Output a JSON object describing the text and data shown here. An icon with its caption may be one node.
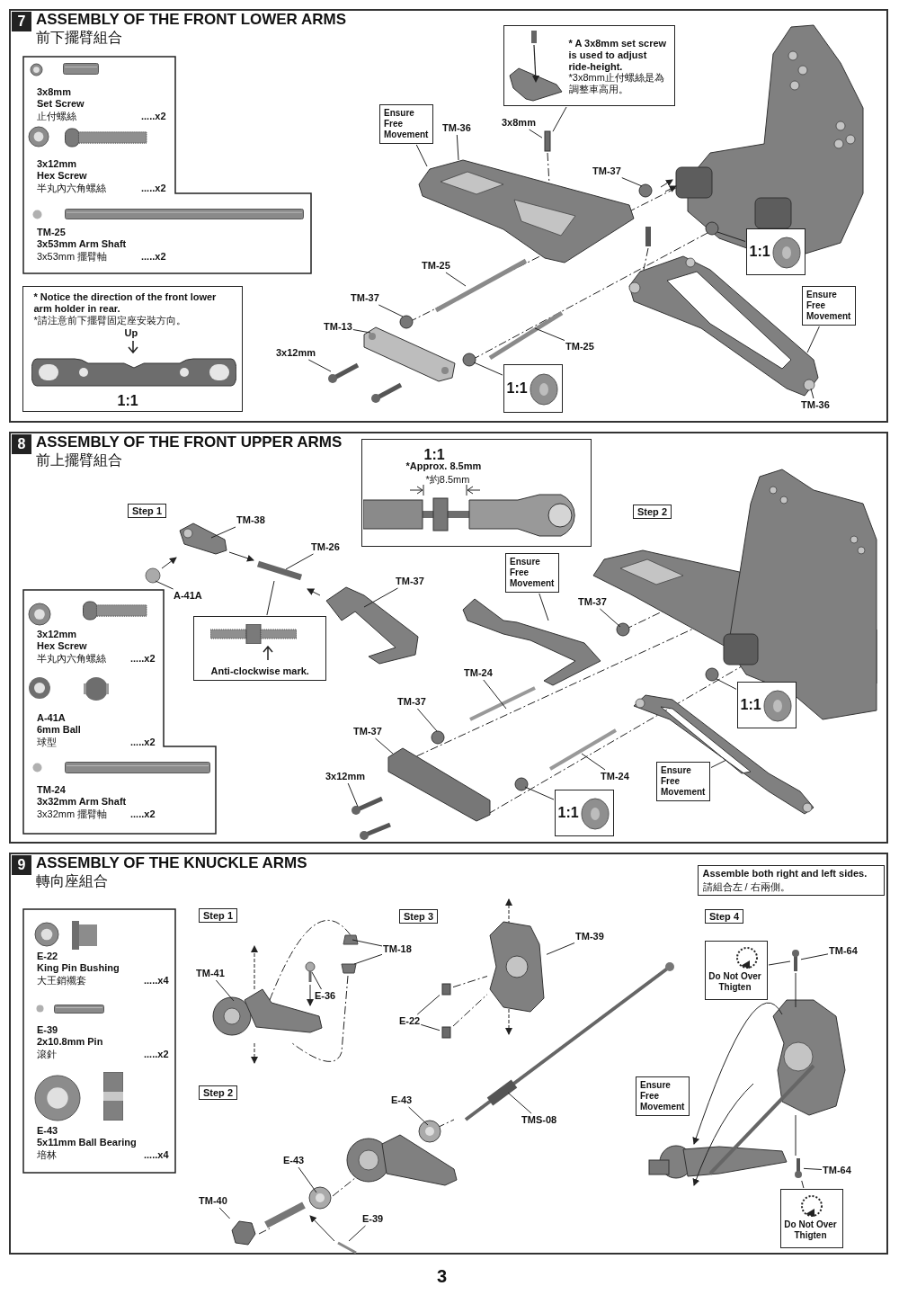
{
  "diagram": {
    "nodes": [
      {
        "text": [
          "7",
          "ASSEMBLY OF THE FRONT LOWER ARMS",
          "前下擺臂組合"
        ]
      },
      {
        "text": [
          "3x8mm",
          "Set Screw",
          "止付螺絲",
          ".....x2",
          "3x12mm",
          "Hex Screw",
          "半丸內六角螺絲",
          ".....x2",
          "TM-25",
          "3x53mm Arm Shaft",
          "3x53mm 擺臂軸",
          ".....x2"
        ],
        "in": 0
      },
      {
        "text": [
          "* Notice the direction of the front lower arm holder in rear.",
          "*請注意前下擺臂固定座安裝方向。",
          "Up",
          "1:1"
        ],
        "in": 0
      },
      {
        "text": [
          "* A 3x8mm set screw is used to adjust ride-height.",
          "*3x8mm止付螺絲是為調整車高用。"
        ],
        "in": 0
      },
      {
        "text": [
          "Ensure Free Movement"
        ],
        "in": 0
      },
      {
        "text": [
          "TM-36"
        ],
        "in": 0
      },
      {
        "text": [
          "3x8mm"
        ],
        "in": 0
      },
      {
        "text": [
          "TM-37"
        ],
        "in": 0
      },
      {
        "text": [
          "1:1"
        ],
        "in": 0
      },
      {
        "text": [
          "TM-25"
        ],
        "in": 0
      },
      {
        "text": [
          "TM-37"
        ],
        "in": 0
      },
      {
        "text": [
          "TM-13"
        ],
        "in": 0
      },
      {
        "text": [
          "3x12mm"
        ],
        "in": 0
      },
      {
        "text": [
          "TM-25"
        ],
        "in": 0
      },
      {
        "text": [
          "1:1"
        ],
        "in": 0
      },
      {
        "text": [
          "Ensure Free Movement"
        ],
        "in": 0
      },
      {
        "text": [
          "TM-36"
        ],
        "in": 0
      },
      {
        "text": [
          "8",
          "ASSEMBLY OF THE FRONT UPPER ARMS",
          "前上擺臂組合"
        ]
      },
      {
        "text": [
          "1:1",
          "*Approx. 8.5mm",
          "*約8.5mm"
        ],
        "in": 17
      },
      {
        "text": [
          "Step 1"
        ],
        "in": 17
      },
      {
        "text": [
          "TM-38"
        ],
        "in": 17
      },
      {
        "text": [
          "TM-26"
        ],
        "in": 17
      },
      {
        "text": [
          "A-41A"
        ],
        "in": 17
      },
      {
        "text": [
          "TM-37"
        ],
        "in": 17
      },
      {
        "text": [
          "Anti-clockwise mark."
        ],
        "in": 17
      },
      {
        "text": [
          "3x12mm",
          "Hex Screw",
          "半丸內六角螺絲",
          ".....x2",
          "A-41A",
          "6mm Ball",
          "球型",
          ".....x2",
          "TM-24",
          "3x32mm Arm Shaft",
          "3x32mm 擺臂軸",
          ".....x2"
        ],
        "in": 17
      },
      {
        "text": [
          "Step 2"
        ],
        "in": 17
      },
      {
        "text": [
          "Ensure Free Movement"
        ],
        "in": 17
      },
      {
        "text": [
          "TM-37"
        ],
        "in": 17
      },
      {
        "text": [
          "TM-24"
        ],
        "in": 17
      },
      {
        "text": [
          "1:1"
        ],
        "in": 17
      },
      {
        "text": [
          "TM-37"
        ],
        "in": 17
      },
      {
        "text": [
          "TM-37"
        ],
        "in": 17
      },
      {
        "text": [
          "3x12mm"
        ],
        "in": 17
      },
      {
        "text": [
          "TM-24"
        ],
        "in": 17
      },
      {
        "text": [
          "1:1"
        ],
        "in": 17
      },
      {
        "text": [
          "Ensure Free Movement"
        ],
        "in": 17
      },
      {
        "text": [
          "9",
          "ASSEMBLY OF THE KNUCKLE ARMS",
          "轉向座組合"
        ]
      },
      {
        "text": [
          "E-22",
          "King Pin Bushing",
          "大王銷襯套",
          ".....x4",
          "E-39",
          "2x10.8mm Pin",
          "滾針",
          ".....x2",
          "E-43",
          "5x11mm Ball Bearing",
          "培林",
          ".....x4"
        ],
        "in": 37
      },
      {
        "text": [
          "Step 1"
        ],
        "in": 37
      },
      {
        "text": [
          "TM-41"
        ],
        "in": 37
      },
      {
        "text": [
          "TM-18"
        ],
        "in": 37
      },
      {
        "text": [
          "E-36"
        ],
        "in": 37
      },
      {
        "text": [
          "Step 3"
        ],
        "in": 37
      },
      {
        "text": [
          "E-22"
        ],
        "in": 37
      },
      {
        "text": [
          "TM-39"
        ],
        "in": 37
      },
      {
        "text": [
          "Step 2"
        ],
        "in": 37
      },
      {
        "text": [
          "E-43"
        ],
        "in": 37
      },
      {
        "text": [
          "E-43"
        ],
        "in": 37
      },
      {
        "text": [
          "TM-40"
        ],
        "in": 37
      },
      {
        "text": [
          "E-39"
        ],
        "in": 37
      },
      {
        "text": [
          "TMS-08"
        ],
        "in": 37
      },
      {
        "text": [
          "Assemble both right and left sides.",
          "請組合左 / 右兩側。"
        ],
        "in": 37
      },
      {
        "text": [
          "Step 4"
        ],
        "in": 37
      },
      {
        "text": [
          "TM-64"
        ],
        "in": 37
      },
      {
        "text": [
          "Do Not Over Thigten"
        ],
        "in": 37
      },
      {
        "text": [
          "Ensure Free Movement"
        ],
        "in": 37
      },
      {
        "text": [
          "TM-64"
        ],
        "in": 37
      },
      {
        "text": [
          "Do Not Over Thigten"
        ],
        "in": 37
      },
      {
        "text": [],
        "shape": "box",
        "in": 0
      },
      {
        "text": [],
        "shape": "box",
        "in": 37
      },
      {
        "text": [],
        "shape": "box",
        "in": 37
      },
      {
        "text": [],
        "shape": "picture",
        "in": 37
      },
      {
        "text": [],
        "shape": "picture",
        "in": 37
      },
      {
        "text": [],
        "shape": "picture",
        "in": 37
      },
      {
        "text": [],
        "shape": "picture",
        "in": 37
      }
    ],
    "edges": [
      {
        "from": 3,
        "to": 59,
        "arrow": "none"
      },
      {
        "from": 4,
        "to": null,
        "arrow": "none"
      },
      {
        "from": 5,
        "to": null,
        "arrow": "none"
      },
      {
        "from": 6,
        "to": 59,
        "arrow": "none"
      },
      {
        "from": 7,
        "to": null,
        "arrow": "none"
      },
      {
        "from": 8,
        "to": null,
        "arrow": "none"
      },
      {
        "from": 9,
        "to": null,
        "arrow": "none"
      },
      {
        "from": 10,
        "to": null,
        "arrow": "none"
      },
      {
        "from": 11,
        "to": null,
        "arrow": "none"
      },
      {
        "from": 12,
        "to": null,
        "arrow": "none"
      },
      {
        "from": 13,
        "to": null,
        "arrow": "none"
      },
      {
        "from": 14,
        "to": null,
        "arrow": "none"
      },
      {
        "from": 15,
        "to": null,
        "arrow": "none"
      },
      {
        "from": 16,
        "to": null,
        "arrow": "none"
      },
      {
        "from": 20,
        "to": null,
        "arrow": "none"
      },
      {
        "from": 21,
        "to": null,
        "arrow": "none"
      },
      {
        "from": 22,
        "to": null,
        "arrow": "none"
      },
      {
        "from": 23,
        "to": null,
        "arrow": "none"
      },
      {
        "from": 24,
        "to": null,
        "arrow": "none"
      },
      {
        "from": 27,
        "to": null,
        "arrow": "none"
      },
      {
        "from": 28,
        "to": null,
        "arrow": "none"
      },
      {
        "from": 29,
        "to": null,
        "arrow": "none"
      },
      {
        "from": 30,
        "to": null,
        "arrow": "none"
      },
      {
        "from": 31,
        "to": null,
        "arrow": "none"
      },
      {
        "from": 32,
        "to": null,
        "arrow": "none"
      },
      {
        "from": 33,
        "to": null,
        "arrow": "none"
      },
      {
        "from": 34,
        "to": null,
        "arrow": "none"
      },
      {
        "from": 35,
        "to": null,
        "arrow": "none"
      },
      {
        "from": 36,
        "to": null,
        "arrow": "none"
      },
      {
        "from": 40,
        "to": null,
        "arrow": "none"
      },
      {
        "from": 41,
        "to": null,
        "arrow": "none"
      },
      {
        "from": 41,
        "to": null,
        "arrow": "none"
      },
      {
        "from": 42,
        "to": null,
        "arrow": "none"
      },
      {
        "from": 44,
        "to": 60,
        "arrow": "none"
      },
      {
        "from": 44,
        "to": 61,
        "arrow": "none"
      },
      {
        "from": 45,
        "to": 62,
        "arrow": "none"
      },
      {
        "from": 47,
        "to": null,
        "arrow": "none"
      },
      {
        "from": 48,
        "to": null,
        "arrow": "none"
      },
      {
        "from": 49,
        "to": 65,
        "arrow": "none"
      },
      {
        "from": 50,
        "to": null,
        "arrow": "none"
      },
      {
        "from": 51,
        "to": null,
        "arrow": "none"
      },
      {
        "from": 54,
        "to": 63,
        "arrow": "none"
      },
      {
        "from": 55,
        "to": 63,
        "arrow": "none"
      },
      {
        "from": 57,
        "to": 64,
        "arrow": "none"
      },
      {
        "from": 58,
        "to": 64,
        "arrow": "none"
      },
      {
        "from": 60,
        "to": 62,
        "arrow": "none",
        "style": "dashed"
      },
      {
        "from": 61,
        "to": 62,
        "arrow": "none",
        "style": "dashed"
      }
    ],
    "labels": [
      "3"
    ]
  }
}
